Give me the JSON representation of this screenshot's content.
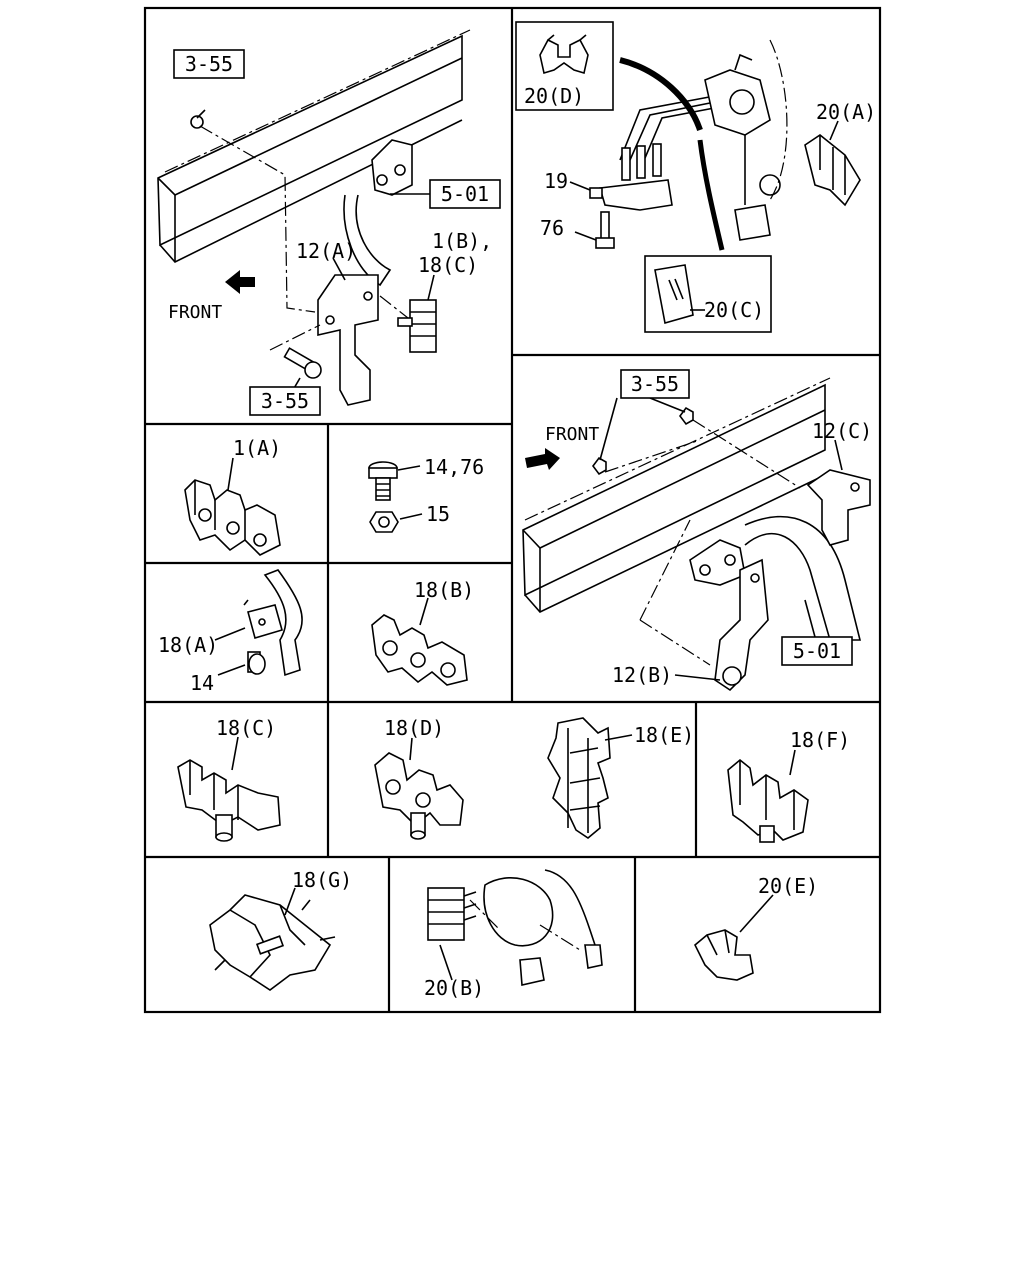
{
  "labels": {
    "p1_ref_top": "3-55",
    "p1_ref_501": "5-01",
    "p1_12a": "12(A)",
    "p1_1b": "1(B),",
    "p1_18c": "18(C)",
    "p1_front": "FRONT",
    "p1_ref_bottom": "3-55",
    "p2_20d": "20(D)",
    "p2_20a": "20(A)",
    "p2_19": "19",
    "p2_76": "76",
    "p2_20c": "20(C)",
    "p3_1a": "1(A)",
    "p4_1476": "14,76",
    "p4_15": "15",
    "p5_ref_355": "3-55",
    "p5_front": "FRONT",
    "p5_12c": "12(C)",
    "p5_ref_501": "5-01",
    "p5_12b": "12(B)",
    "p6_18a": "18(A)",
    "p6_14": "14",
    "p7_18b": "18(B)",
    "p8_18c": "18(C)",
    "p9_18d": "18(D)",
    "p10_18e": "18(E)",
    "p11_18f": "18(F)",
    "p12_18g": "18(G)",
    "p13_20b": "20(B)",
    "p14_20e": "20(E)"
  }
}
